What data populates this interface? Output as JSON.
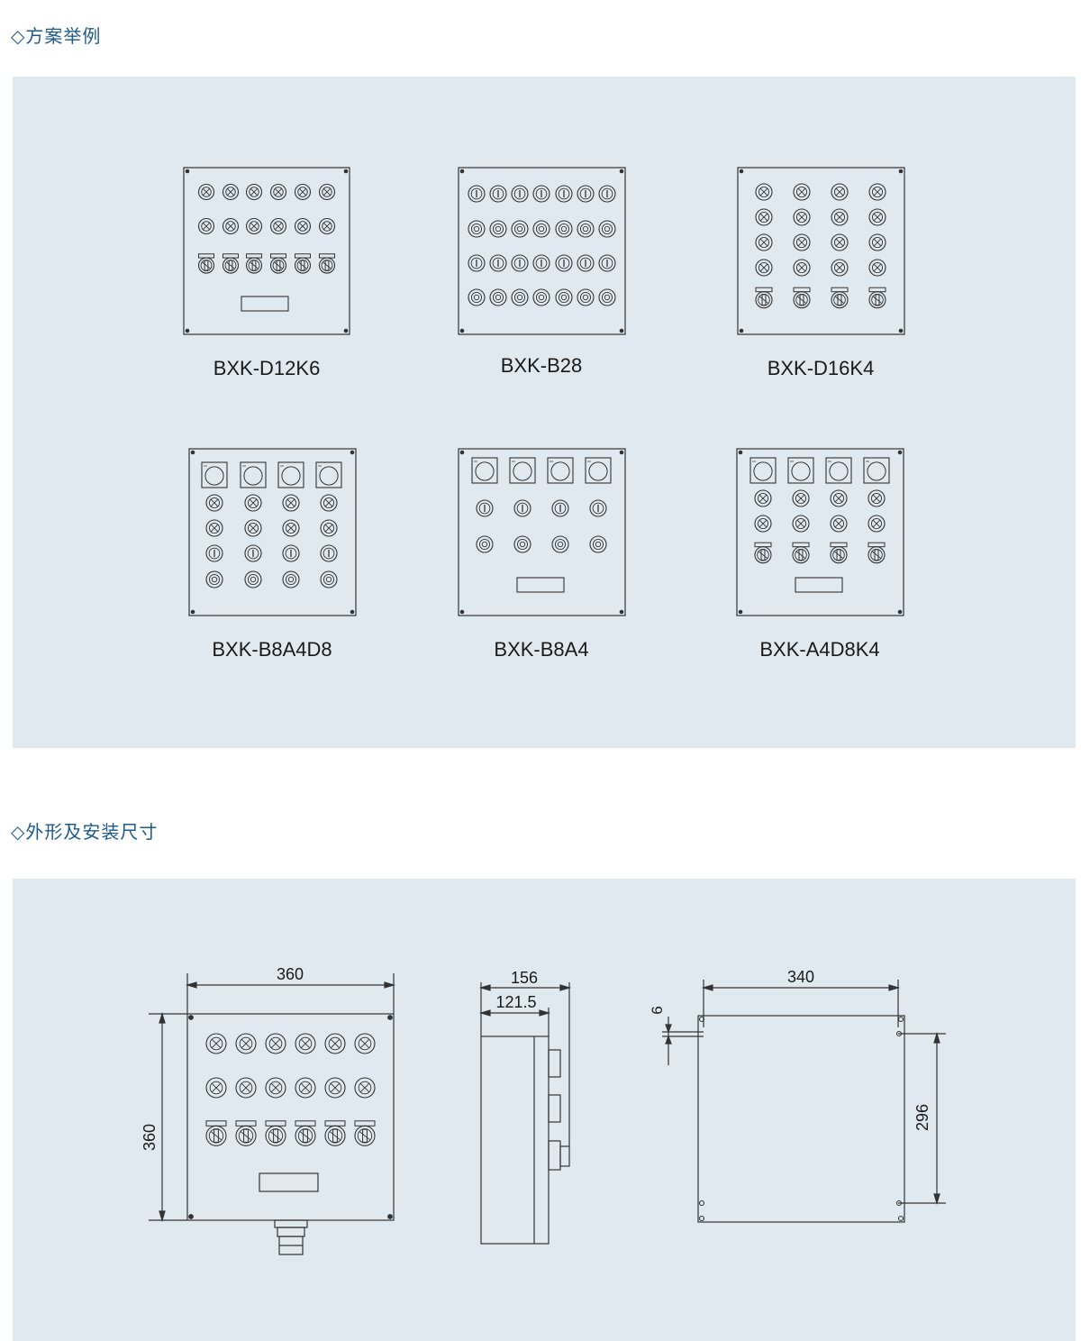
{
  "sections": {
    "examples_title": "◇方案举例",
    "dimensions_title": "◇外形及安装尺寸"
  },
  "examples": [
    {
      "model": "BXK-D12K6"
    },
    {
      "model": "BXK-B28"
    },
    {
      "model": "BXK-D16K4"
    },
    {
      "model": "BXK-B8A4D8"
    },
    {
      "model": "BXK-B8A4"
    },
    {
      "model": "BXK-A4D8K4"
    }
  ],
  "dimensions": {
    "front_width": "360",
    "front_height": "360",
    "side_depth_total": "156",
    "side_depth_body": "121.5",
    "back_width": "340",
    "back_offset": "6",
    "back_hole_spacing": "296"
  },
  "colors": {
    "panel_bg": "#e0e9f0",
    "title": "#1f5a8c",
    "line": "#333333"
  }
}
